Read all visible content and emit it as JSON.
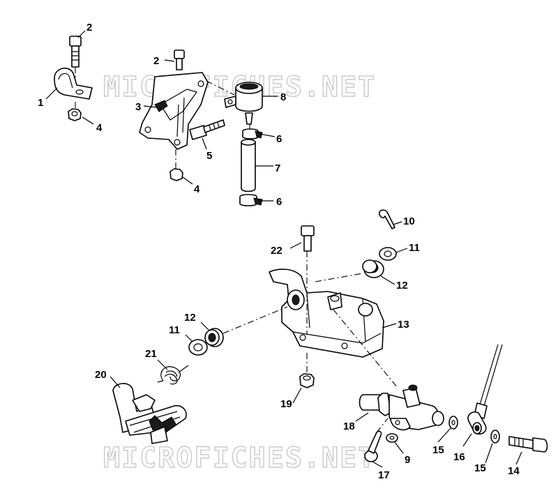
{
  "watermark": {
    "top": "MICROFICHES.NET",
    "bottom": "MICROFICHES.NET"
  },
  "callouts": {
    "c1": "1",
    "c2a": "2",
    "c2b": "2",
    "c3": "3",
    "c4a": "4",
    "c4b": "4",
    "c5": "5",
    "c6a": "6",
    "c6b": "6",
    "c7": "7",
    "c8": "8",
    "c9": "9",
    "c10": "10",
    "c11a": "11",
    "c11b": "11",
    "c12a": "12",
    "c12b": "12",
    "c13": "13",
    "c14": "14",
    "c15a": "15",
    "c15b": "15",
    "c16": "16",
    "c17": "17",
    "c18": "18",
    "c19": "19",
    "c20": "20",
    "c21": "21",
    "c22": "22"
  }
}
